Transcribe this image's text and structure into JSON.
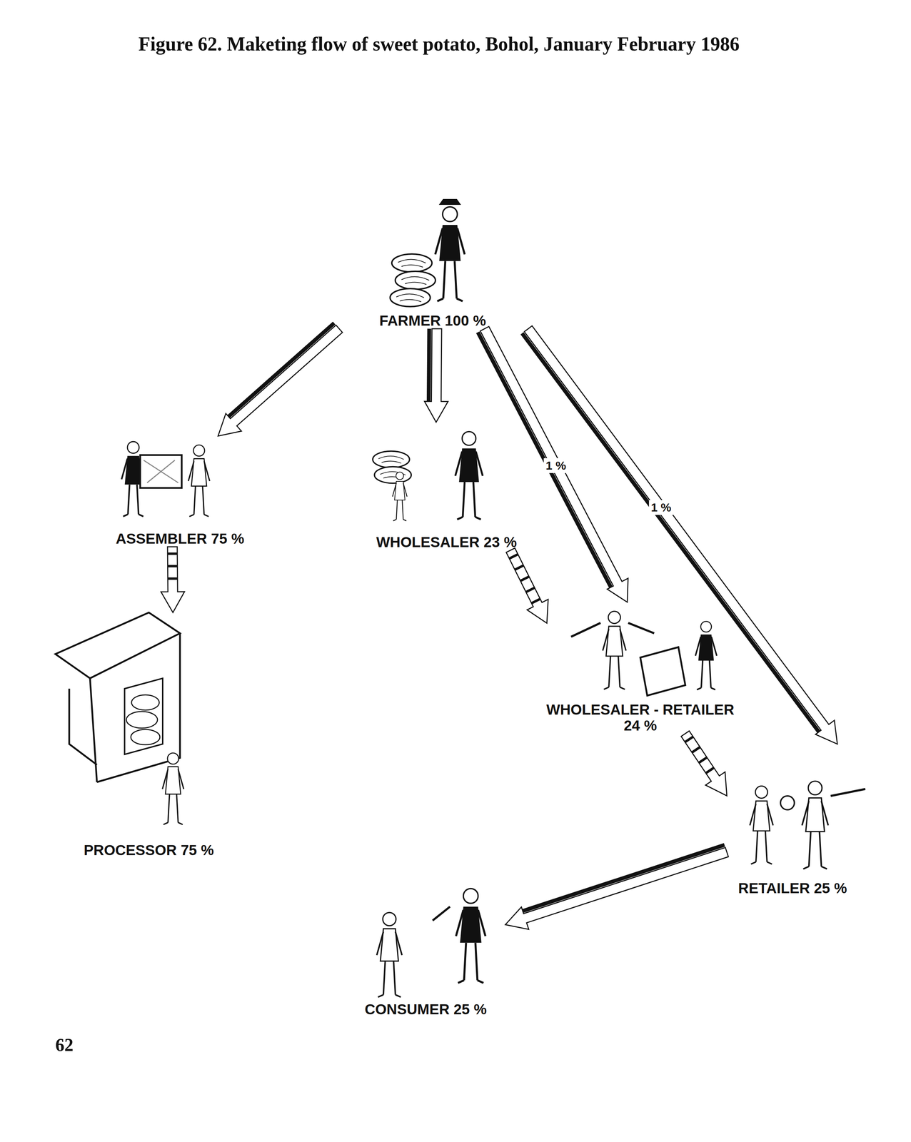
{
  "diagram": {
    "title": "Figure 62. Maketing flow of sweet potato, Bohol, January February 1986",
    "nodes": [
      {
        "text": [
          "FARMER 100 %"
        ]
      },
      {
        "text": [
          "ASSEMBLER 75 %"
        ]
      },
      {
        "text": [
          "WHOLESALER 23 %"
        ]
      },
      {
        "text": [
          "WHOLESALER - RETAILER 24 %"
        ]
      },
      {
        "text": [
          "PROCESSOR 75 %"
        ]
      },
      {
        "text": [
          "RETAILER 25 %"
        ]
      },
      {
        "text": [
          "CONSUMER 25 %"
        ]
      }
    ],
    "edges": [
      {
        "from": 0,
        "to": 1,
        "arrow": "to"
      },
      {
        "from": 0,
        "to": 2,
        "arrow": "to"
      },
      {
        "from": 0,
        "to": 3,
        "label": "1 %",
        "arrow": "to"
      },
      {
        "from": 0,
        "to": 5,
        "label": "1 %",
        "arrow": "to"
      },
      {
        "from": 1,
        "to": 4,
        "arrow": "to"
      },
      {
        "from": 2,
        "to": 3,
        "arrow": "to"
      },
      {
        "from": 3,
        "to": 5,
        "arrow": "to"
      },
      {
        "from": 5,
        "to": 6,
        "arrow": "to"
      }
    ],
    "labels": [
      "62"
    ]
  }
}
